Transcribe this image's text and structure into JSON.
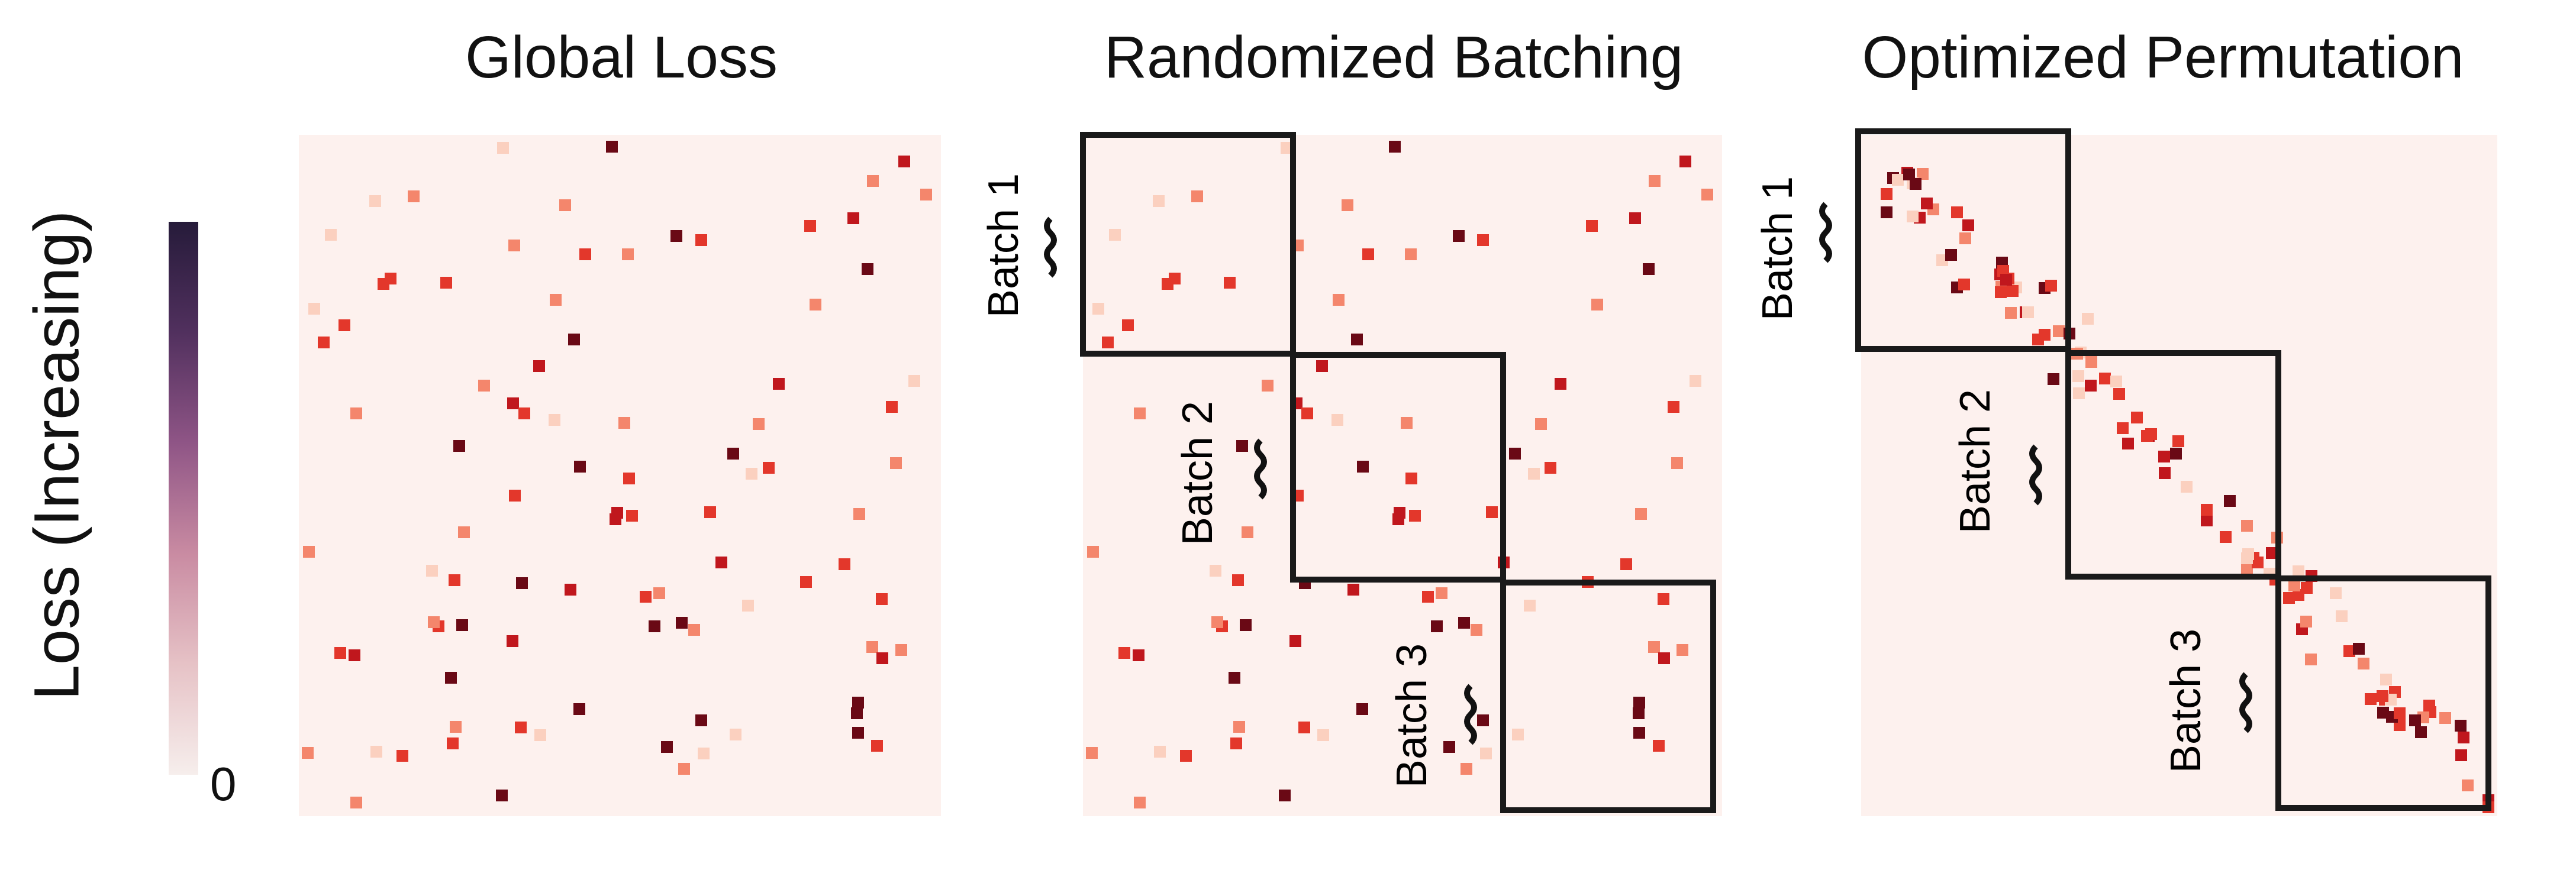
{
  "panels": [
    {
      "title": "Global Loss"
    },
    {
      "title": "Randomized Batching",
      "batch_labels": [
        "Batch 1",
        "Batch 2",
        "Batch 3"
      ]
    },
    {
      "title": "Optimized Permutation",
      "batch_labels": [
        "Batch 1",
        "Batch 2",
        "Batch 3"
      ]
    }
  ],
  "colorbar": {
    "label": "Loss (Increasing)",
    "min_label": "0",
    "gradient": [
      "#f6eeec",
      "#e6c2c6",
      "#c98ba2",
      "#8f5586",
      "#51305e",
      "#261b3a"
    ]
  },
  "colors": {
    "background": "#fdf1ee",
    "low": "#fbd0bf",
    "mid_low": "#f4866c",
    "mid": "#e3372b",
    "high": "#c0171d",
    "highest": "#6a0915",
    "box_stroke": "#1a1a1a"
  }
}
